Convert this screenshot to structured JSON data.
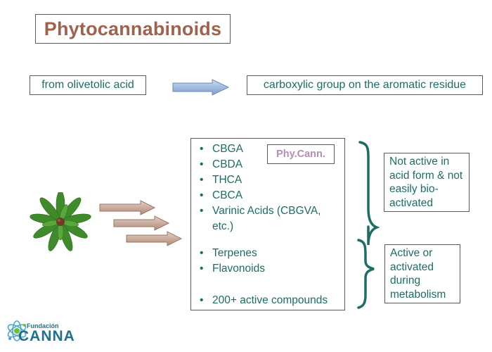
{
  "title": "Phytocannabinoids",
  "flow": {
    "source_label": "from olivetolic acid",
    "target_label": "carboxylic group on the aromatic residue"
  },
  "compounds": {
    "acids": [
      "CBGA",
      "CBDA",
      "THCA",
      "CBCA",
      "Varinic Acids (CBGVA, etc.)"
    ],
    "others": [
      "Terpenes",
      "Flavonoids"
    ],
    "total": "200+ active compounds",
    "tag": "Phy.Cann."
  },
  "notes": {
    "inactive": "Not active in acid form & not easily bio-activated",
    "active": "Active or activated during metabolism"
  },
  "logo": {
    "top_text": "Fundación",
    "main_text": "CANNA"
  },
  "icons": {
    "plant": "cannabis-plant-icon",
    "logo": "atom-logo-icon"
  },
  "colors": {
    "title": "#a0624e",
    "text": "#1d6d64",
    "tag": "#b58cb5",
    "arrow_blue": "#8fb0d6",
    "arrow_tan": "#c2a090"
  }
}
